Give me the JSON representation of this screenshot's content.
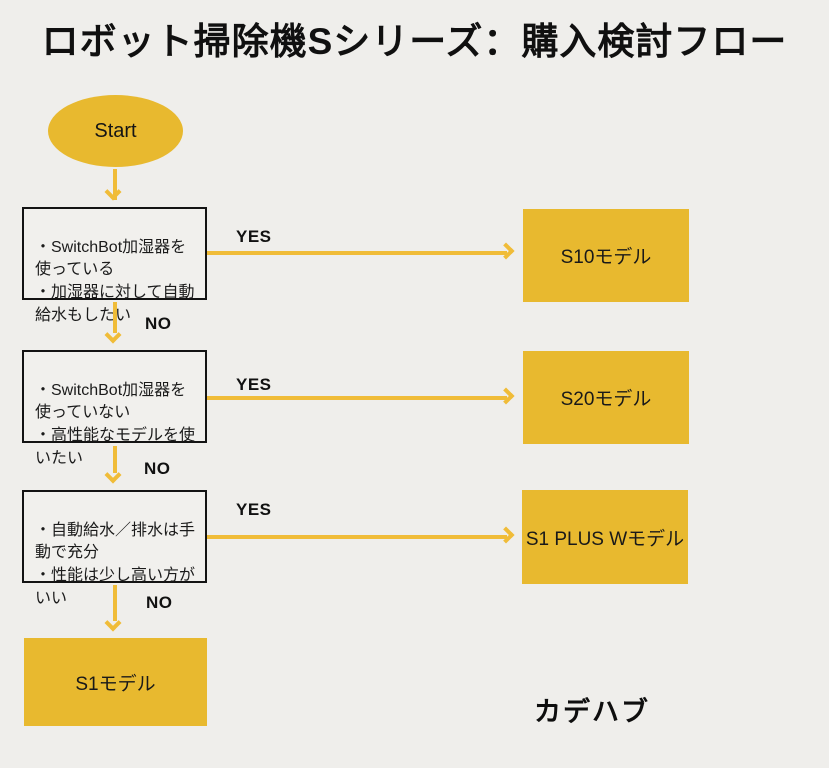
{
  "title": "ロボット掃除機Sシリーズ：購入検討フロー",
  "colors": {
    "background": "#efeeeb",
    "accent_yellow": "#e8b92f",
    "arrow_yellow": "#f0bc38",
    "text": "#161616"
  },
  "flow": {
    "start_label": "Start",
    "decisions": [
      {
        "text": "・SwitchBot加湿器を使っている\n・加湿器に対して自動給水もしたい",
        "yes_label": "YES",
        "no_label": "NO",
        "result": "S10モデル"
      },
      {
        "text": "・SwitchBot加湿器を使っていない\n・高性能なモデルを使いたい",
        "yes_label": "YES",
        "no_label": "NO",
        "result": "S20モデル"
      },
      {
        "text": "・自動給水／排水は手動で充分\n・性能は少し高い方がいい",
        "yes_label": "YES",
        "no_label": "NO",
        "result": "S1 PLUS Wモデル"
      }
    ],
    "final_result": "S1モデル"
  },
  "brand": "カデハブ"
}
